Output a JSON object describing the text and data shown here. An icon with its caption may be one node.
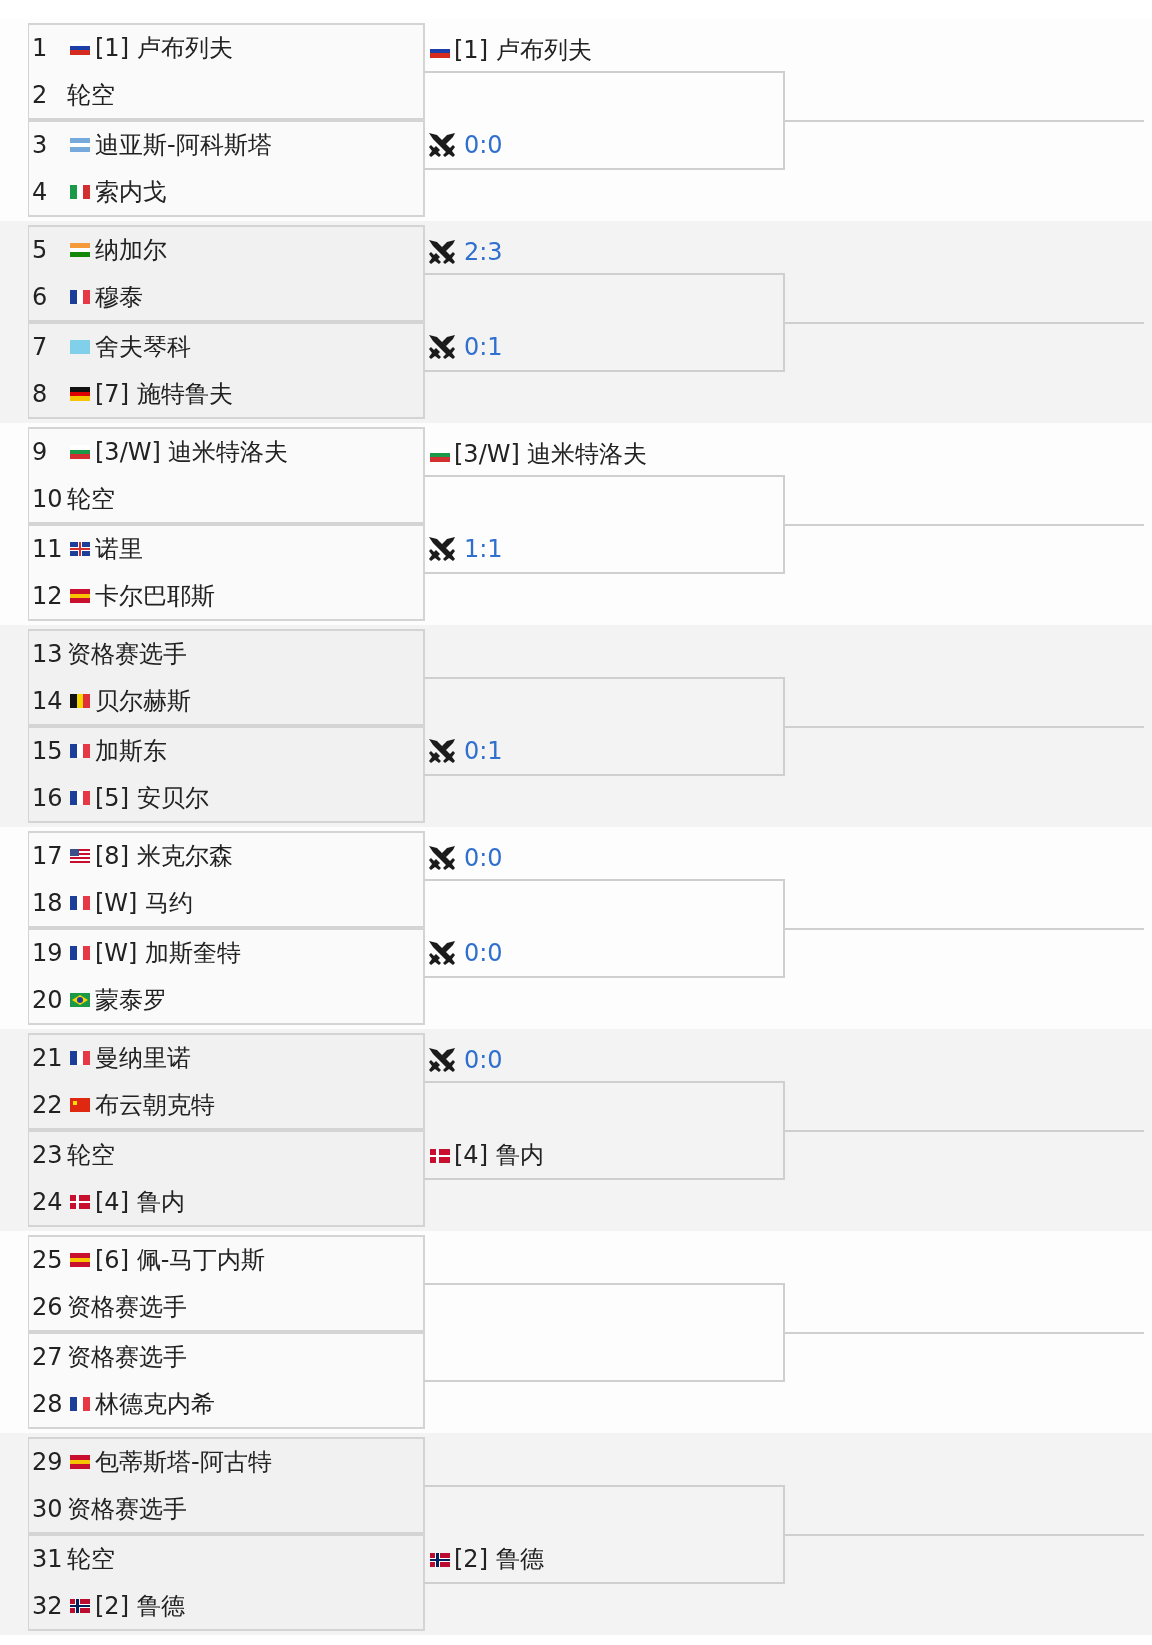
{
  "diagram": {
    "nodes": [
      {
        "text": [
          "1",
          "[1] 卢布列夫",
          "2",
          "轮空"
        ]
      },
      {
        "text": [
          "3",
          "迪亚斯-阿科斯塔",
          "4",
          "索内戈"
        ]
      },
      {
        "text": [
          "5",
          "纳加尔",
          "6",
          "穆泰"
        ]
      },
      {
        "text": [
          "7",
          "舍夫琴科",
          "8",
          "[7] 施特鲁夫"
        ]
      },
      {
        "text": [
          "9",
          "[3/W] 迪米特洛夫",
          "10",
          "轮空"
        ]
      },
      {
        "text": [
          "11",
          "诺里",
          "12",
          "卡尔巴耶斯"
        ]
      },
      {
        "text": [
          "13",
          "资格赛选手",
          "14",
          "贝尔赫斯"
        ]
      },
      {
        "text": [
          "15",
          "加斯东",
          "16",
          "[5] 安贝尔"
        ]
      },
      {
        "text": [
          "17",
          "[8] 米克尔森",
          "18",
          "[W] 马约"
        ]
      },
      {
        "text": [
          "19",
          "[W] 加斯奎特",
          "20",
          "蒙泰罗"
        ]
      },
      {
        "text": [
          "21",
          "曼纳里诺",
          "22",
          "布云朝克特"
        ]
      },
      {
        "text": [
          "23",
          "轮空",
          "24",
          "[4] 鲁内"
        ]
      },
      {
        "text": [
          "25",
          "[6] 佩-马丁内斯",
          "26",
          "资格赛选手"
        ]
      },
      {
        "text": [
          "27",
          "资格赛选手",
          "28",
          "林德克内希"
        ]
      },
      {
        "text": [
          "29",
          "包蒂斯塔-阿古特",
          "30",
          "资格赛选手"
        ]
      },
      {
        "text": [
          "31",
          "轮空",
          "32",
          "[2] 鲁德"
        ]
      },
      {
        "text": [
          "[1] 卢布列夫",
          "0:0"
        ]
      },
      {
        "text": [
          "2:3",
          "0:1"
        ]
      },
      {
        "text": [
          "[3/W] 迪米特洛夫",
          "1:1"
        ]
      },
      {
        "text": [
          "0:1"
        ]
      },
      {
        "text": [
          "0:0",
          "0:0"
        ]
      },
      {
        "text": [
          "0:0",
          "[4] 鲁内"
        ]
      },
      {
        "text": [],
        "shape": "box"
      },
      {
        "text": [
          "[2] 鲁德"
        ]
      }
    ]
  }
}
